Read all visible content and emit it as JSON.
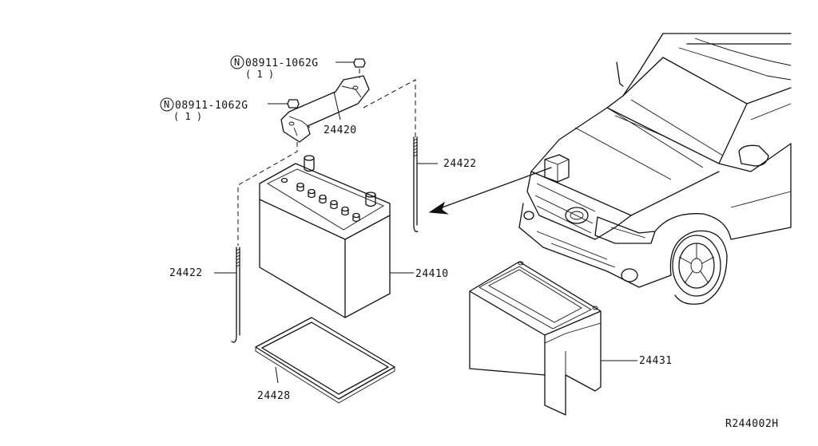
{
  "diagram": {
    "callouts": {
      "nut_top": {
        "prefix": "N",
        "part": "08911-1062G",
        "qty": "( 1 )"
      },
      "nut_left": {
        "prefix": "N",
        "part": "08911-1062G",
        "qty": "( 1 )"
      },
      "clamp": "24420",
      "rod_right": "24422",
      "rod_left": "24422",
      "battery": "24410",
      "tray": "24428",
      "cover": "24431"
    },
    "reference": "R244002H"
  }
}
